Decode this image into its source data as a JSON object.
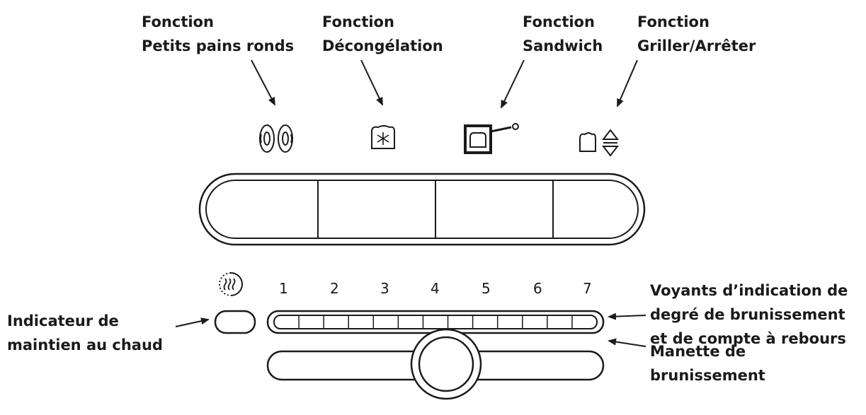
{
  "labels": {
    "rounds": {
      "line1": "Fonction",
      "line2": "Petits pains ronds"
    },
    "defrost": {
      "line1": "Fonction",
      "line2": "Décongélation"
    },
    "sandwich": {
      "line1": "Fonction",
      "line2": "Sandwich"
    },
    "toast_stop": {
      "line1": "Fonction",
      "line2": "Griller/Arrêter"
    },
    "keep_warm": {
      "line1": "Indicateur de",
      "line2": "maintien au chaud"
    },
    "shade_lights": {
      "line1": "Voyants d’indication de",
      "line2": "degré de brunissement",
      "line3": "et de compte à rebours"
    },
    "shade_lever": {
      "line1": "Manette de",
      "line2": "brunissement"
    }
  },
  "icons": [
    "bagel-rounds-icon",
    "defrost-snowflake-icon",
    "sandwich-icon",
    "toast-up-down-icon",
    "keep-warm-icon"
  ],
  "shade_levels": [
    "1",
    "2",
    "3",
    "4",
    "5",
    "6",
    "7"
  ],
  "shade_segments": 13
}
